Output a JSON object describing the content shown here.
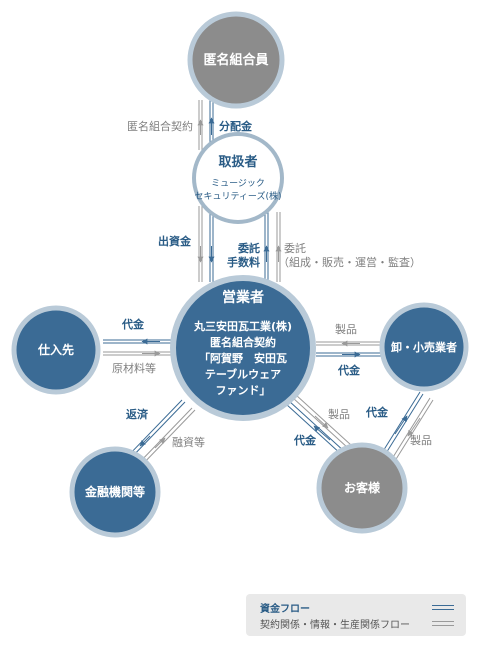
{
  "nodes": {
    "investor": "匿名組合員",
    "handler_title": "取扱者",
    "handler_sub1": "ミュージック",
    "handler_sub2": "セキュリティーズ(株)",
    "operator_title": "営業者",
    "operator_line1": "丸三安田瓦工業(株)",
    "operator_line2": "匿名組合契約",
    "operator_line3": "「阿賀野　安田瓦",
    "operator_line4": "テーブルウェア",
    "operator_line5": "ファンド」",
    "supplier": "仕入先",
    "retailer": "卸・小売業者",
    "bank": "金融機関等",
    "customer": "お客様"
  },
  "labels": {
    "contract": "匿名組合契約",
    "distribution": "分配金",
    "investment": "出資金",
    "commission1": "委託",
    "commission2": "手数料",
    "consign1": "委託",
    "consign2": "（組成・販売・運営・監査）",
    "supplier_payment": "代金",
    "materials": "原材料等",
    "retailer_product": "製品",
    "retailer_payment": "代金",
    "repayment": "返済",
    "financing": "融資等",
    "customer_product": "製品",
    "customer_payment": "代金",
    "rc_payment": "代金",
    "rc_product": "製品"
  },
  "legend": {
    "money_flow": "資金フロー",
    "contract_flow": "契約関係・情報・生産関係フロー"
  },
  "colors": {
    "blue_node": "#3b6b95",
    "gray_node": "#8c8c8c",
    "ring": "#b9cad8",
    "blue_text": "#2a5c86",
    "gray_text": "#7f7f7f"
  }
}
